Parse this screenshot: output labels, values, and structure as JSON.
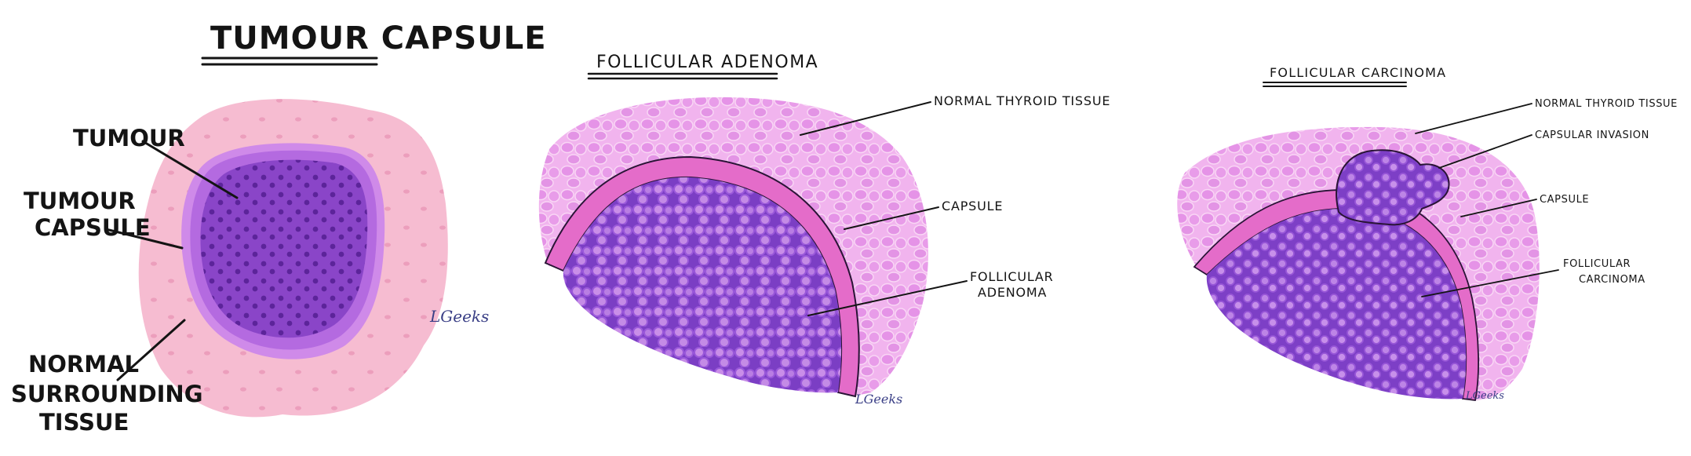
{
  "panels": {
    "tumour_capsule": {
      "title": "TUMOUR CAPSULE",
      "labels": {
        "tumour": "TUMOUR",
        "capsule_line1": "TUMOUR",
        "capsule_line2": "CAPSULE",
        "normal_line1": "NORMAL",
        "normal_line2": "SURROUNDING",
        "normal_line3": "TISSUE"
      },
      "signature": "LGeeks"
    },
    "follicular_adenoma": {
      "title": "FOLLICULAR ADENOMA",
      "labels": {
        "normal_thyroid": "NORMAL THYROID TISSUE",
        "capsule": "CAPSULE",
        "adenoma_line1": "FOLLICULAR",
        "adenoma_line2": "ADENOMA"
      },
      "signature": "LGeeks"
    },
    "follicular_carcinoma": {
      "title": "FOLLICULAR CARCINOMA",
      "labels": {
        "normal_thyroid": "NORMAL THYROID TISSUE",
        "capsular_invasion": "CAPSULAR INVASION",
        "capsule": "CAPSULE",
        "carcinoma_line1": "FOLLICULAR",
        "carcinoma_line2": "CARCINOMA"
      },
      "signature": "LGeeks"
    }
  },
  "colors": {
    "normal_tissue": "#f7c3d6",
    "tumour_core": "#8a45c8",
    "tumour_capsule": "#c27ae6",
    "thyroid_tissue": "#e9a2e6",
    "adenoma": "#8c50cf",
    "capsule_band": "#e46cc9"
  }
}
